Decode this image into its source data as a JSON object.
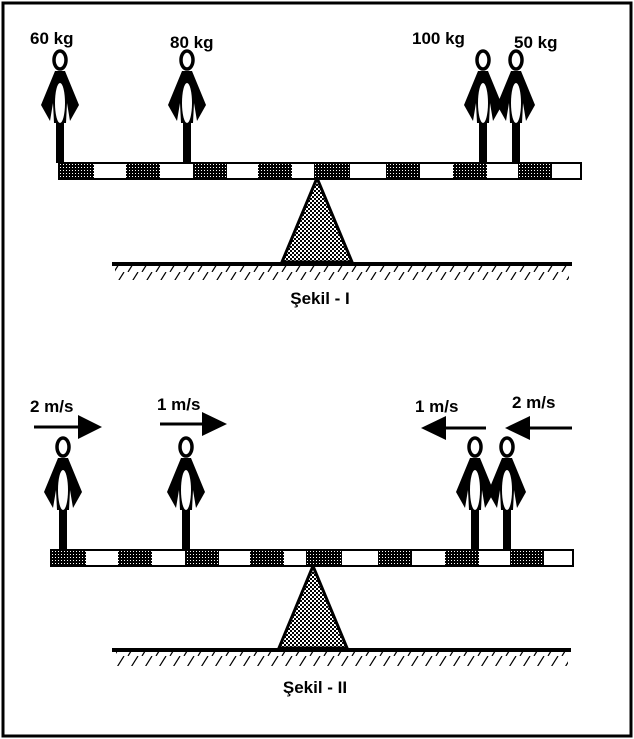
{
  "figure1": {
    "caption": "Şekil - I",
    "masses": [
      "60 kg",
      "80 kg",
      "100 kg",
      "50 kg"
    ]
  },
  "figure2": {
    "caption": "Şekil - II",
    "speeds": [
      "2 m/s",
      "1 m/s",
      "1 m/s",
      "2 m/s"
    ],
    "directions": [
      "right",
      "right",
      "left",
      "left"
    ]
  },
  "colors": {
    "ink": "#000000",
    "paper": "#ffffff",
    "fulcrum_fill": "dotted-gray"
  }
}
